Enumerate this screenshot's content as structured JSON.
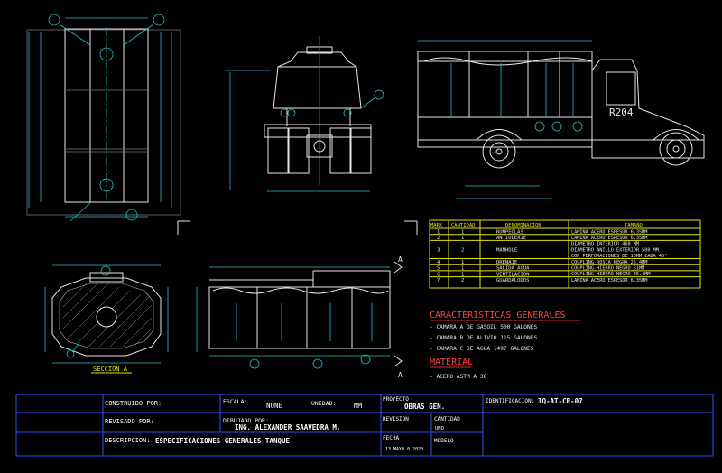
{
  "truck": {
    "plate": "R204"
  },
  "views": {
    "section_label": "SECCION A",
    "section_mark_front": "A",
    "section_mark_back": "A"
  },
  "parts_table": {
    "headers": [
      "MARK",
      "CANTIDAD",
      "DENOMINACION",
      "TAMAÑO"
    ],
    "rows": [
      {
        "mark": "1",
        "qty": "1",
        "name": "ROMPEOLAS",
        "size": "LAMINA ACERO ESPESOR 6.35MM"
      },
      {
        "mark": "2",
        "qty": "1",
        "name": "ANTIOLEAJE",
        "size": "LAMINA ACERO ESPESOR 6.35MM"
      },
      {
        "mark": "3",
        "qty": "2",
        "name": "MANHOLE",
        "size": "DIAMETRO INTERIOR 460 MM / DIAMETRO ANILLO EXTERIOR 500 MM / CON PERFORACIONES DE 10MM CADA 45°"
      },
      {
        "mark": "4",
        "qty": "1",
        "name": "DRENAJE",
        "size": "COUPLING ROSCA NEGRA 25.4MM"
      },
      {
        "mark": "5",
        "qty": "1",
        "name": "SALIDA AGUA",
        "size": "COUPLING HIERRO NEGRO 51MM"
      },
      {
        "mark": "6",
        "qty": "1",
        "name": "VENTILACION",
        "size": "COUPLING HIERRO NEGRO 25.4MM"
      },
      {
        "mark": "7",
        "qty": "2",
        "name": "GUARDALODOS",
        "size": "LAMINA ACERO ESPESOR 6.35MM"
      }
    ]
  },
  "specs": {
    "title": "CARACTERISTICAS GENERALES",
    "items": [
      "CAMARA A DE GASOIL 500 GALONES",
      "CAMARA B DE ALIVIO 115 GALONES",
      "CAMARA C DE AGUA 1497 GALONES"
    ]
  },
  "material": {
    "title": "MATERIAL",
    "items": [
      "ACERO ASTM A 36"
    ]
  },
  "title_block": {
    "construido_label": "CONSTRUIDO POR:",
    "revisado_label": "REVISADO POR:",
    "descripcion_label": "DESCRIPCION:",
    "descripcion": "ESPECIFICACIONES GENERALES TANQUE",
    "escala_label": "ESCALA:",
    "escala": "NONE",
    "unidad_label": "UNIDAD:",
    "unidad": "MM",
    "dibujado_label": "DIBUJADO POR:",
    "dibujado": "ING. ALEXANDER SAAVEDRA M.",
    "proyecto_label": "PROYECTO",
    "proyecto": "OBRAS GEN.",
    "revision_label": "REVISION",
    "cantidad_label": "CANTIDAD",
    "cantidad": "UNO",
    "fecha_label": "FECHA",
    "fecha": "13 MAYO 0 2020",
    "modelo_label": "MODELO",
    "identificacion_label": "IDENTIFICACION:",
    "identificacion": "TQ-AT-CR-07"
  },
  "colors": {
    "background": "#000000",
    "line": "#e6e6e6",
    "dimension": "#2fb8c4",
    "table": "#e5e500",
    "title": "#3a4cff"
  }
}
